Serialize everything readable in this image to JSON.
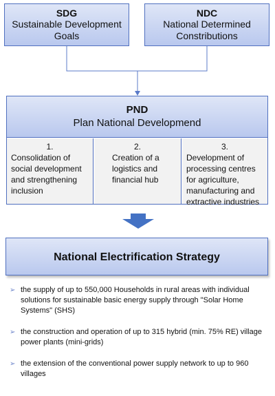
{
  "colors": {
    "accent": "#4f6fbf",
    "box_fill": "#c9d5f2",
    "pillar_fill": "#f2f2f2",
    "arrow": "#4472c4"
  },
  "sdg": {
    "title": "SDG",
    "line1": "Sustainable Development",
    "line2": "Goals"
  },
  "ndc": {
    "title": "NDC",
    "line1": "National Determined",
    "line2": "Constributions"
  },
  "pnd": {
    "title": "PND",
    "subtitle": "Plan National Developmend",
    "pillars": [
      {
        "num": "1.",
        "text": "Consolidation of social development and strengthening inclusion"
      },
      {
        "num": "2.",
        "text": "Creation of a logistics and financial hub"
      },
      {
        "num": "3.",
        "text": "Development of processing centres for agriculture, manufacturing and extractive industries"
      }
    ]
  },
  "strategy": {
    "title": "National Electrification Strategy"
  },
  "bullets": [
    "the supply of up to 550,000 Households in rural areas with individual solutions for sustainable basic energy supply through \"Solar Home Systems\" (SHS)",
    "the construction and operation of up to 315 hybrid (min. 75% RE) village power plants (mini-grids)",
    "the extension of the conventional power supply network to up to 960 villages"
  ],
  "icons": {
    "bullet": "arrow-bullet-icon",
    "flow": "down-arrow-icon"
  }
}
